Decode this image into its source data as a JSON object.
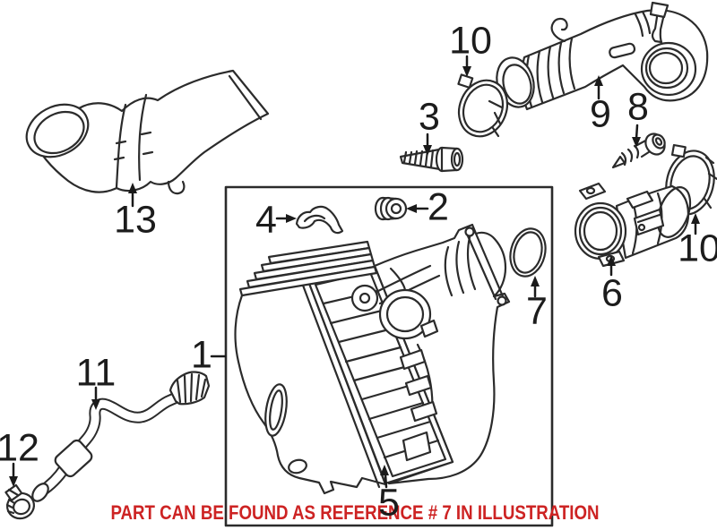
{
  "illustration": {
    "callouts": [
      "1",
      "2",
      "3",
      "4",
      "5",
      "6",
      "7",
      "8",
      "9",
      "10",
      "10",
      "11",
      "12",
      "13"
    ],
    "note": {
      "text": "PART CAN BE FOUND AS REFERENCE # 7 IN ILLUSTRATION",
      "color": "#cd2323"
    },
    "colors": {
      "background": "#ffffff",
      "line": "#2b2b2b",
      "callout": "#1c1c1c"
    }
  }
}
